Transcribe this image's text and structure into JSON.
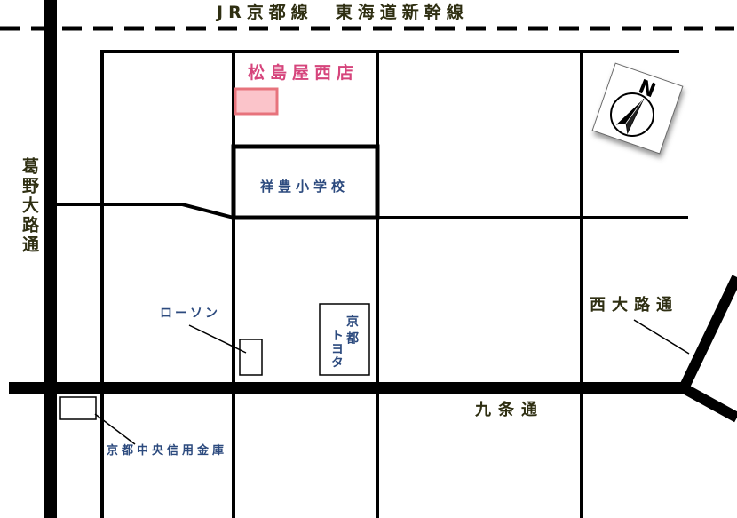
{
  "map": {
    "railway_label": "JR京都線　東海道新幹線",
    "destination_label": "松島屋西店",
    "landmarks": {
      "school": "祥豊小学校",
      "convenience_store": "ローソン",
      "car_dealer": [
        "京都",
        "トヨタ"
      ],
      "bank": "京都中央信用金庫"
    },
    "streets": {
      "kadono_oji": "葛野大路通",
      "nishi_oji": "西大路通",
      "kujo": "九条通"
    },
    "compass_label": "N"
  },
  "colors": {
    "road": "#000000",
    "street_label": "#2f2f12",
    "landmark_label": "#2c4a7e",
    "destination_label": "#d6457c",
    "destination_fill": "#fbc4ca",
    "destination_stroke": "#e7737c"
  },
  "icons": {
    "compass": "north-arrow-icon"
  }
}
